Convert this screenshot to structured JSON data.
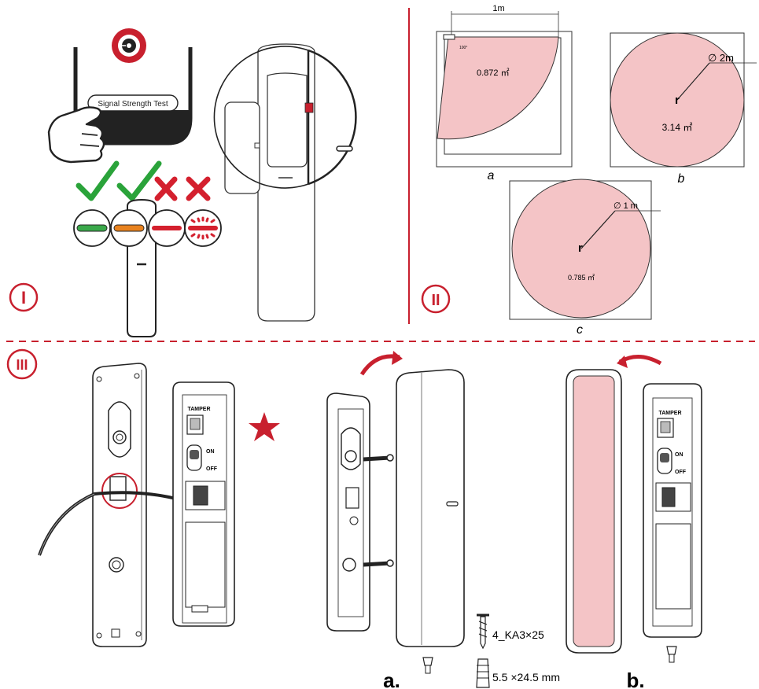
{
  "sections": {
    "one": "I",
    "two": "II",
    "three": "III"
  },
  "panel_one": {
    "phone_button_label": "Signal Strength Test"
  },
  "panel_two": {
    "width_label": "1m",
    "angle_label": "100°",
    "area_a": "0.872 ㎡",
    "area_b": "3.14 ㎡",
    "area_c": "0.785 ㎡",
    "diameter_b": "∅ 2m",
    "diameter_c": "∅ 1 m",
    "radius_symbol": "r",
    "caption_a": "a",
    "caption_b": "b",
    "caption_c": "c"
  },
  "panel_three": {
    "tamper_label": "TAMPER",
    "on_label": "ON",
    "off_label": "OFF",
    "screw_spec": "4_KA3×25",
    "anchor_spec": "5.5 ×24.5 mm",
    "step_a": "a.",
    "step_b": "b."
  },
  "colors": {
    "accent": "#c8202e",
    "pink_fill": "#f4c4c6",
    "check_green": "#2aa33a",
    "led_green": "#3aa84a",
    "led_orange": "#e8821e",
    "led_red": "#d4202e"
  }
}
